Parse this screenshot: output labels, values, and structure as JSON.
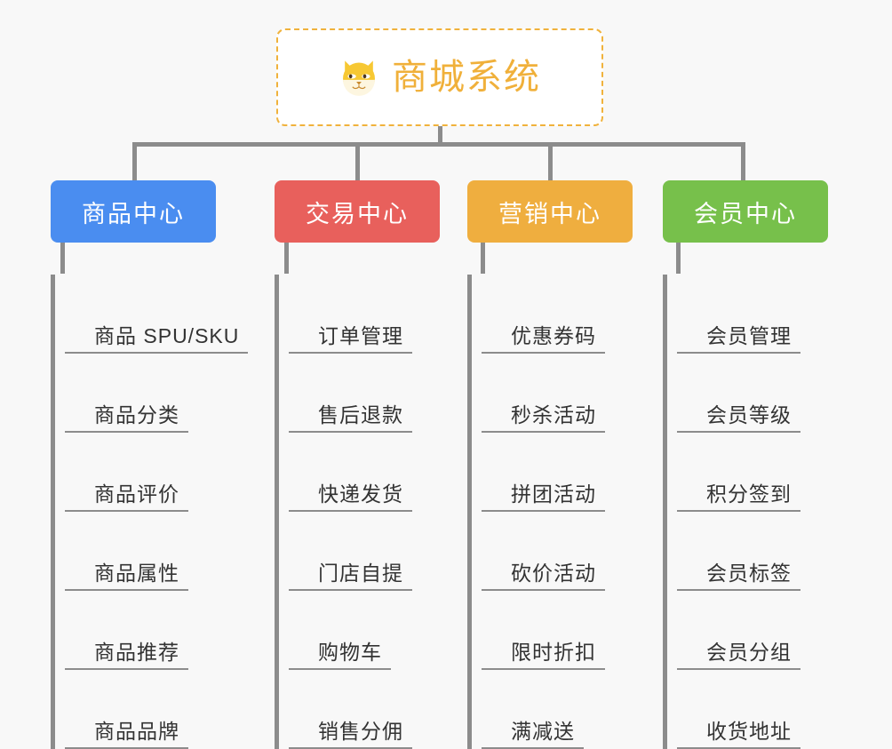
{
  "diagram": {
    "title": "商城系统",
    "root": {
      "label": "商城系统",
      "icon": "shiba-dog-face-icon",
      "border_color": "#f0b23c",
      "text_color": "#f0b03a",
      "background": "#ffffff"
    },
    "background_color": "#f8f8f8",
    "connector_color": "#8c8c8c",
    "columns": [
      {
        "label": "商品中心",
        "color": "#4a8df0",
        "items": [
          "商品 SPU/SKU",
          "商品分类",
          "商品评价",
          "商品属性",
          "商品推荐",
          "商品品牌"
        ]
      },
      {
        "label": "交易中心",
        "color": "#e8605c",
        "items": [
          "订单管理",
          "售后退款",
          "快递发货",
          "门店自提",
          "购物车",
          "销售分佣"
        ]
      },
      {
        "label": "营销中心",
        "color": "#efae3f",
        "items": [
          "优惠券码",
          "秒杀活动",
          "拼团活动",
          "砍价活动",
          "限时折扣",
          "满减送"
        ]
      },
      {
        "label": "会员中心",
        "color": "#77c04b",
        "items": [
          "会员管理",
          "会员等级",
          "积分签到",
          "会员标签",
          "会员分组",
          "收货地址"
        ]
      }
    ]
  }
}
